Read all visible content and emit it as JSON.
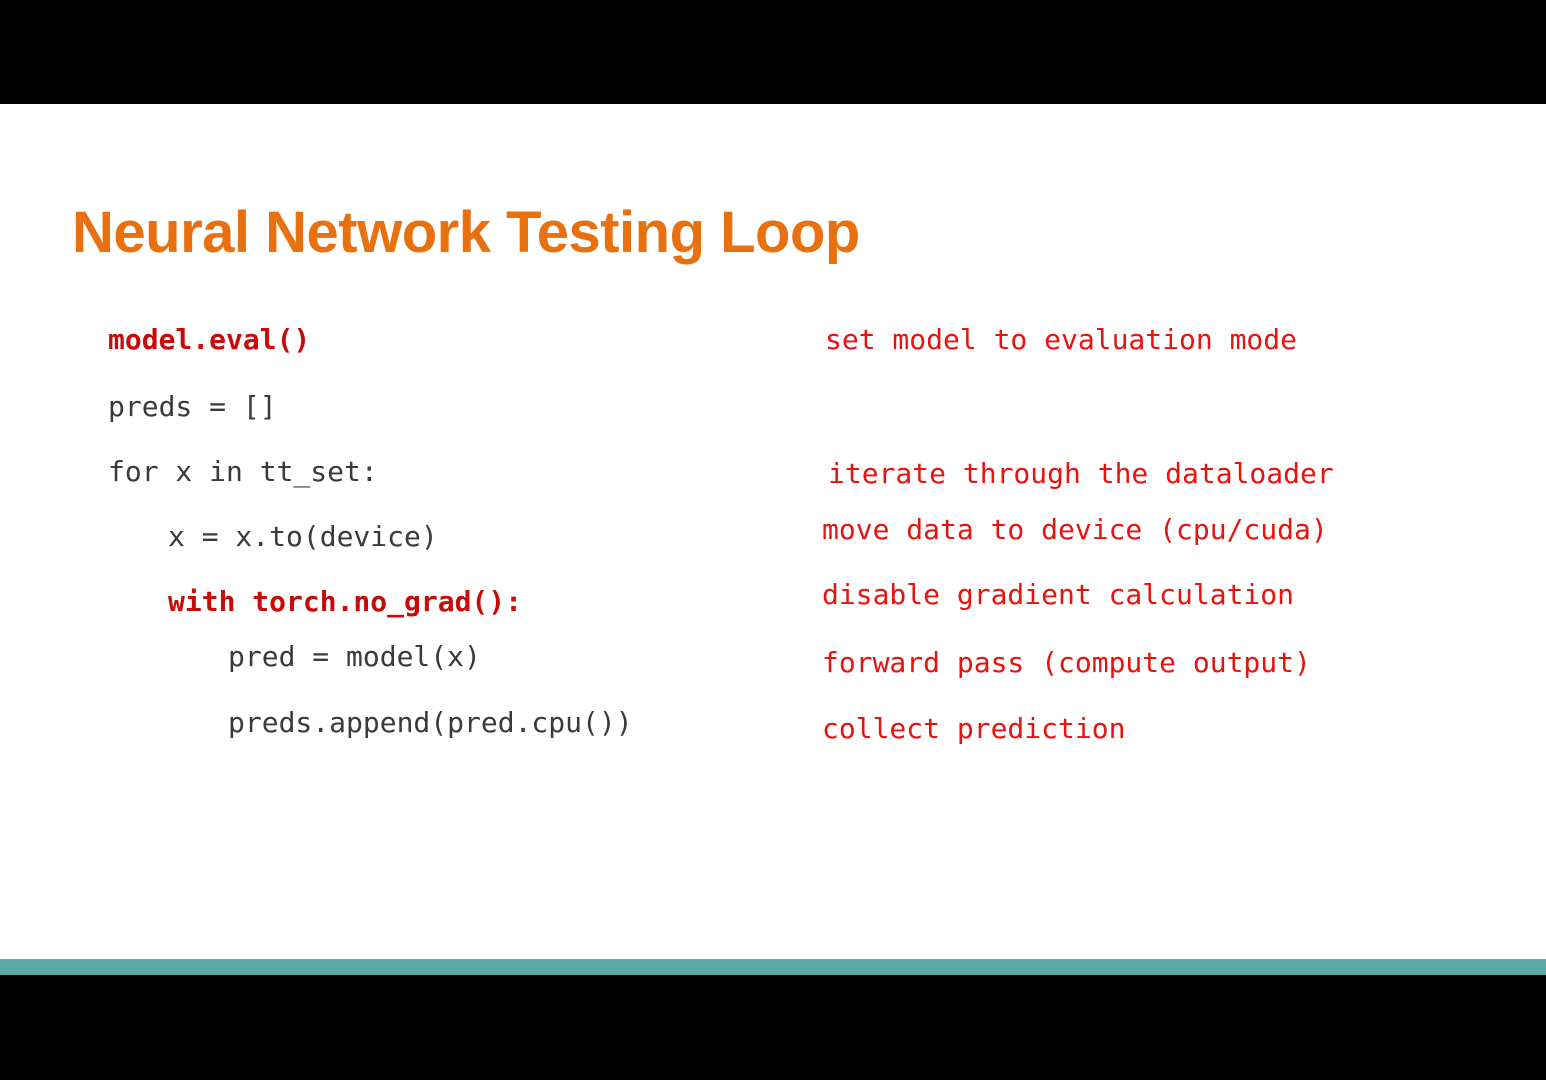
{
  "slide": {
    "title": "Neural Network Testing Loop",
    "colors": {
      "title": "#e8700f",
      "highlight_code": "#c80a0a",
      "comment": "#e8120e",
      "code": "#3a3a3a",
      "accent_bar": "#5aa9a6"
    },
    "code_lines": [
      {
        "text": "model.eval()",
        "highlight": true
      },
      {
        "text": "preds = []",
        "highlight": false
      },
      {
        "text": "for x in tt_set:",
        "highlight": false
      },
      {
        "text": "x = x.to(device)",
        "highlight": false
      },
      {
        "text": "with torch.no_grad():",
        "highlight": true
      },
      {
        "text": "pred = model(x)",
        "highlight": false
      },
      {
        "text": "preds.append(pred.cpu())",
        "highlight": false
      }
    ],
    "comments": [
      "set model to evaluation mode",
      "iterate through the dataloader",
      "move data to device (cpu/cuda)",
      "disable gradient calculation",
      "forward pass (compute output)",
      "collect prediction"
    ]
  }
}
